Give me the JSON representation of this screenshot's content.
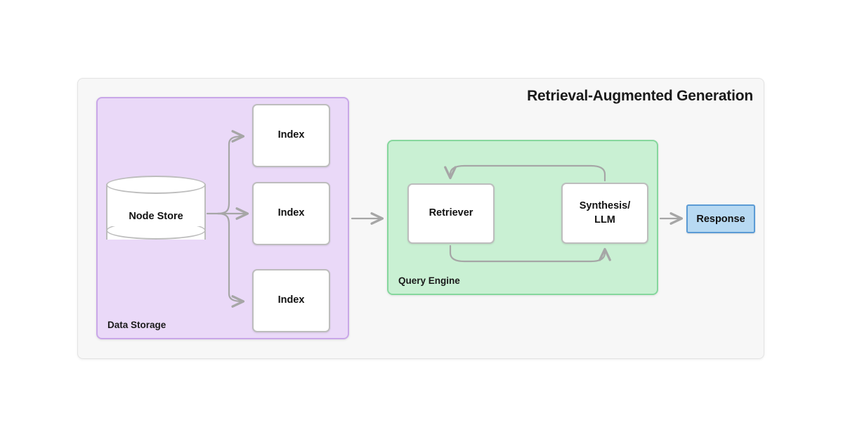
{
  "diagram": {
    "title": "Retrieval-Augmented Generation",
    "type": "flow-diagram",
    "canvas": {
      "background": "#f7f7f7",
      "border_color": "#e3e3e3"
    },
    "groups": [
      {
        "id": "data-storage",
        "label": "Data Storage",
        "fill": "#ead9f8",
        "border": "#c9a7e8"
      },
      {
        "id": "query-engine",
        "label": "Query Engine",
        "fill": "#c9f0d3",
        "border": "#86d79d"
      }
    ],
    "nodes": {
      "node_store": {
        "label": "Node Store",
        "shape": "cylinder",
        "fill": "#ffffff"
      },
      "index_1": {
        "label": "Index",
        "shape": "rounded-rect",
        "fill": "#ffffff"
      },
      "index_2": {
        "label": "Index",
        "shape": "rounded-rect",
        "fill": "#ffffff"
      },
      "index_3": {
        "label": "Index",
        "shape": "rounded-rect",
        "fill": "#ffffff"
      },
      "retriever": {
        "label": "Retriever",
        "shape": "rounded-rect",
        "fill": "#ffffff"
      },
      "synthesis": {
        "label_line_1": "Synthesis/",
        "label_line_2": "LLM",
        "shape": "rounded-rect",
        "fill": "#ffffff"
      },
      "response": {
        "label": "Response",
        "shape": "rect",
        "fill": "#b7d9f2",
        "border": "#5b9bd5"
      }
    },
    "edges": [
      {
        "from": "node_store",
        "to": "index_1",
        "style": "elbow-arrow"
      },
      {
        "from": "node_store",
        "to": "index_2",
        "style": "straight-arrow"
      },
      {
        "from": "node_store",
        "to": "index_3",
        "style": "elbow-arrow"
      },
      {
        "from": "data-storage",
        "to": "query-engine",
        "style": "straight-arrow"
      },
      {
        "from": "synthesis",
        "to": "retriever",
        "style": "loop-arrow-top"
      },
      {
        "from": "retriever",
        "to": "synthesis",
        "style": "loop-arrow-bottom"
      },
      {
        "from": "synthesis",
        "to": "response",
        "style": "straight-arrow"
      }
    ],
    "colors": {
      "arrow": "#a6a6a6",
      "node_border": "#bdbdbd",
      "text": "#111111"
    }
  }
}
